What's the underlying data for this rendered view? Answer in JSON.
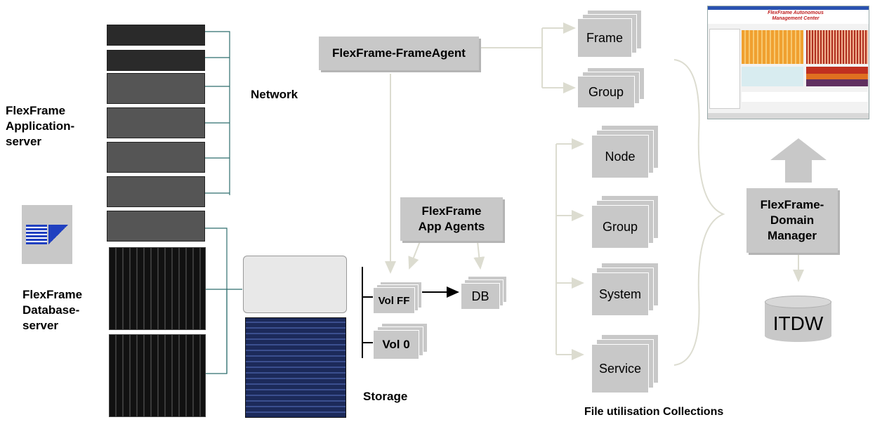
{
  "left_labels": {
    "app_server": [
      "FlexFrame",
      "Application-",
      "server"
    ],
    "db_server": [
      "FlexFrame",
      "Database-",
      "server"
    ],
    "network": "Network",
    "storage": "Storage"
  },
  "frame_agent": "FlexFrame-FrameAgent",
  "app_agents": [
    "FlexFrame",
    "App Agents"
  ],
  "volumes": {
    "vol_ff": "Vol FF",
    "vol_0": "Vol 0",
    "db": "DB"
  },
  "collections": {
    "top": [
      "Frame",
      "Group"
    ],
    "bottom": [
      "Node",
      "Group",
      "System",
      "Service"
    ],
    "caption": "File utilisation Collections"
  },
  "domain_manager": [
    "FlexFrame-",
    "Domain",
    "Manager"
  ],
  "itdw": "ITDW",
  "screenshot_title": [
    "FlexFrame Autonomous",
    "Management Center"
  ],
  "colors": {
    "box": "#c8c8c8",
    "connector": "#dcdcd0",
    "network_line": "#2e6e6e",
    "chart_orange": "#f0a030",
    "chart_red": "#b03020"
  }
}
